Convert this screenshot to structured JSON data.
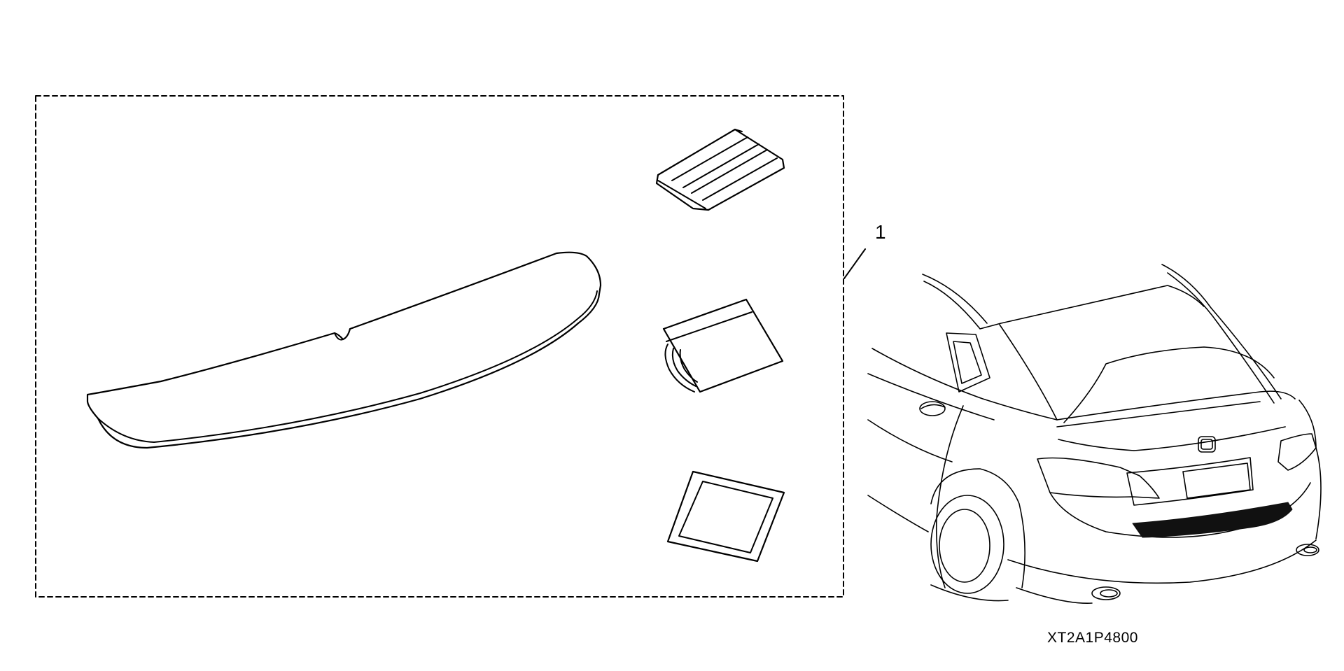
{
  "callout_number": "1",
  "diagram_code": "XT2A1P4800",
  "colors": {
    "line": "#000000",
    "background": "#ffffff",
    "garnish": "#111111"
  },
  "parts": [
    {
      "name": "rear-bumper-garnish"
    },
    {
      "name": "squeegee-icon"
    },
    {
      "name": "cleaning-wipe-icon"
    },
    {
      "name": "adhesion-promoter-pad-icon"
    }
  ],
  "vehicle": {
    "name": "sedan-rear-view-icon",
    "highlight": "rear-bumper-garnish-installed"
  }
}
